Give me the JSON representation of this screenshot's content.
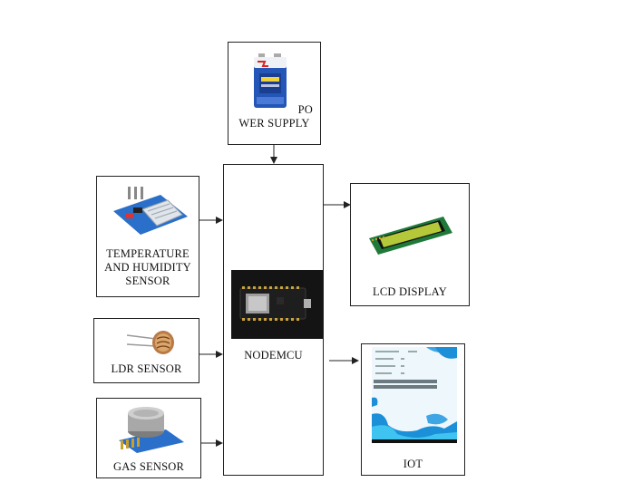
{
  "diagram": {
    "power_supply": {
      "label_line1": "PO",
      "label_line2": "WER SUPPLY",
      "image": "battery-icon"
    },
    "temp_sensor": {
      "label_line1": "TEMPERATURE",
      "label_line2": "AND HUMIDITY",
      "label_line3": "SENSOR",
      "image": "dht-sensor-icon"
    },
    "ldr_sensor": {
      "label": "LDR SENSOR",
      "image": "ldr-icon"
    },
    "gas_sensor": {
      "label": "GAS SENSOR",
      "image": "gas-sensor-icon"
    },
    "nodemcu": {
      "label": "NODEMCU",
      "image": "nodemcu-board-icon"
    },
    "lcd": {
      "label": "LCD DISPLAY",
      "image": "lcd-module-icon"
    },
    "iot": {
      "label": "IOT",
      "image": "iot-dashboard-screenshot"
    }
  },
  "colors": {
    "border": "#222222",
    "battery_blue": "#2456b8",
    "board_black": "#111111",
    "lcd_green": "#b5c83a",
    "dashboard_blue": "#1b8fd8"
  }
}
